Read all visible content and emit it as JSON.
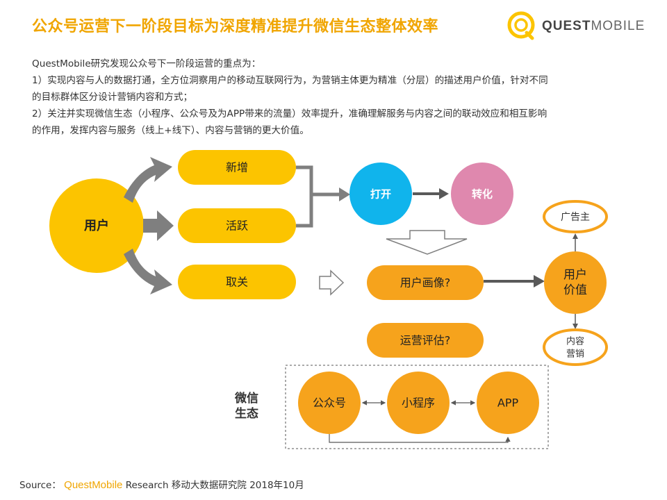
{
  "header": {
    "title": "公众号运营下一阶段目标为深度精准提升微信生态整体效率",
    "logo_bold": "QUEST",
    "logo_light": "MOBILE"
  },
  "intro": {
    "line1": "QuestMobile研究发现公众号下一阶段运营的重点为：",
    "line2": "1）实现内容与人的数据打通，全方位洞察用户的移动互联网行为，为营销主体更为精准（分层）的描述用户价值，针对不同",
    "line3": "的目标群体区分设计营销内容和方式；",
    "line4": "2）关注并实现微信生态（小程序、公众号及为APP带来的流量）效率提升，准确理解服务与内容之间的联动效应和相互影响",
    "line5": "的作用，发挥内容与服务（线上+线下）、内容与营销的更大价值。"
  },
  "diagram": {
    "user": "用户",
    "new_users": "新增",
    "active": "活跃",
    "unfollow": "取关",
    "open": "打开",
    "convert": "转化",
    "user_portrait": "用户画像?",
    "ops_eval": "运营评估?",
    "user_value_l1": "用户",
    "user_value_l2": "价值",
    "advertiser": "广告主",
    "content_l1": "内容",
    "content_l2": "营销",
    "wechat_label_l1": "微信",
    "wechat_label_l2": "生态",
    "official_account": "公众号",
    "mini_program": "小程序",
    "app": "APP"
  },
  "colors": {
    "brand_orange": "#f0a500",
    "yellow": "#fcc400",
    "orange": "#f6a31c",
    "blue": "#10b4ec",
    "pink": "#df88ae",
    "gray_arrow": "#7f7f7f",
    "dark_arrow": "#595959"
  },
  "source": {
    "label": "Source：",
    "brand": "QuestMobile",
    "rest": "Research 移动大数据研究院 2018年10月"
  }
}
